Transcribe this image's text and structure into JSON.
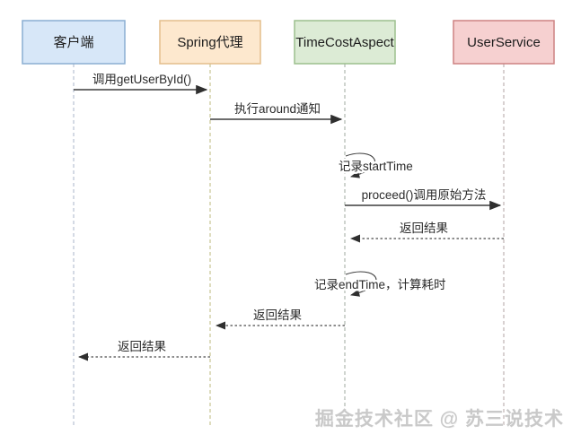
{
  "diagram": {
    "kind": "sequence-diagram",
    "actors": [
      {
        "label": "客户端",
        "fill": "#d7e7f8",
        "stroke": "#8aaed2",
        "lifeline": "#a9b6c9"
      },
      {
        "label": "Spring代理",
        "fill": "#fde8ce",
        "stroke": "#e3bd8b",
        "lifeline": "#bdb97e"
      },
      {
        "label": "TimeCostAspect",
        "fill": "#dcebd5",
        "stroke": "#9cbf8d",
        "lifeline": "#9fa99f"
      },
      {
        "label": "UserService",
        "fill": "#f6d0d0",
        "stroke": "#cd8282",
        "lifeline": "#b2a3a3"
      }
    ],
    "messages": [
      {
        "label": "调用getUserById()",
        "from": "客户端",
        "to": "Spring代理",
        "line": "solid"
      },
      {
        "label": "执行around通知",
        "from": "Spring代理",
        "to": "TimeCostAspect",
        "line": "solid"
      },
      {
        "label": "记录startTime",
        "from": "TimeCostAspect",
        "to": "TimeCostAspect",
        "line": "self"
      },
      {
        "label": "proceed()调用原始方法",
        "from": "TimeCostAspect",
        "to": "UserService",
        "line": "solid"
      },
      {
        "label": "返回结果",
        "from": "UserService",
        "to": "TimeCostAspect",
        "line": "dashed"
      },
      {
        "label": "记录endTime，计算耗时",
        "from": "TimeCostAspect",
        "to": "TimeCostAspect",
        "line": "self"
      },
      {
        "label": "返回结果",
        "from": "TimeCostAspect",
        "to": "Spring代理",
        "line": "dashed"
      },
      {
        "label": "返回结果",
        "from": "Spring代理",
        "to": "客户端",
        "line": "dashed"
      }
    ],
    "watermark": "掘金技术社区 @ 苏三说技术"
  }
}
